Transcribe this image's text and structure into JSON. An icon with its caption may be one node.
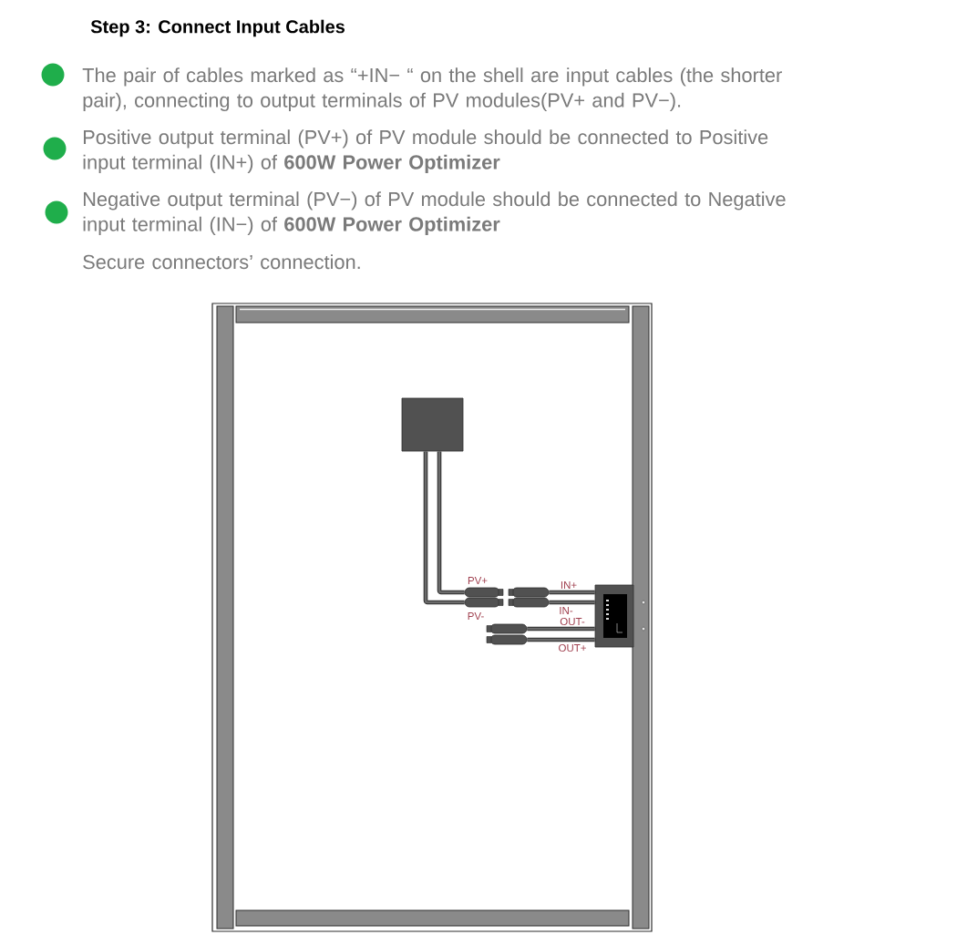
{
  "diagram": {
    "title": "Step 3: Connect Input Cables",
    "nodes": [
      {
        "text": [],
        "shape": "box"
      },
      {
        "text": [],
        "shape": "plug",
        "beside": [
          "PV+"
        ]
      },
      {
        "text": [],
        "shape": "plug",
        "beside": [
          "PV-"
        ]
      },
      {
        "text": [],
        "shape": "plug"
      },
      {
        "text": [],
        "shape": "plug"
      },
      {
        "text": [],
        "shape": "plug"
      },
      {
        "text": [],
        "shape": "plug"
      },
      {
        "text": [],
        "shape": "box"
      }
    ],
    "edges": [
      {
        "from": 0,
        "to": 1,
        "arrow": "none"
      },
      {
        "from": 0,
        "to": 2,
        "arrow": "none"
      },
      {
        "from": 3,
        "to": 7,
        "arrow": "none",
        "label": "IN+"
      },
      {
        "from": 4,
        "to": 7,
        "arrow": "none",
        "label": "IN-"
      },
      {
        "from": 5,
        "to": 7,
        "arrow": "none",
        "label": "OUT-"
      },
      {
        "from": 6,
        "to": 7,
        "arrow": "none",
        "label": "OUT+"
      }
    ],
    "labels": [
      "The pair of cables marked as “+IN− “ on the shell are input cables (the shorter pair), connecting to output terminals of PV modules(PV+ and PV−).",
      "Positive output terminal (PV+) of PV module should be connected to Positive input terminal (IN+) of **600W Power Optimizer**",
      "Negative output terminal (PV−) of PV module should be connected to Negative input terminal (IN−) of **600W Power Optimizer**",
      "Secure connectors’ connection."
    ]
  }
}
